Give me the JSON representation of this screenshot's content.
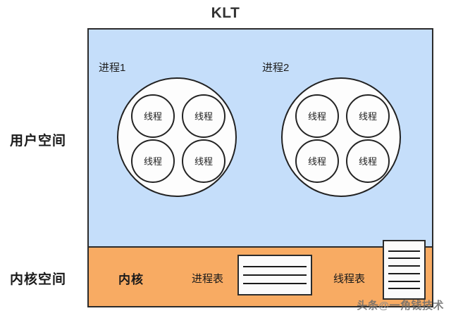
{
  "diagram": {
    "title": "KLT",
    "side_labels": {
      "user_space": "用户空间",
      "kernel_space": "内核空间"
    },
    "user_space": {
      "background_color": "#c5defa",
      "processes": [
        {
          "label": "进程1",
          "threads": [
            {
              "label": "线程"
            },
            {
              "label": "线程"
            },
            {
              "label": "线程"
            },
            {
              "label": "线程"
            }
          ]
        },
        {
          "label": "进程2",
          "threads": [
            {
              "label": "线程"
            },
            {
              "label": "线程"
            },
            {
              "label": "线程"
            },
            {
              "label": "线程"
            }
          ]
        }
      ]
    },
    "kernel_space": {
      "background_color": "#f8ab63",
      "kernel_label": "内核",
      "process_table": {
        "label": "进程表",
        "row_count": 3
      },
      "thread_table": {
        "label": "线程表",
        "row_count": 6
      }
    },
    "watermark": {
      "prefix": "头条",
      "at": "@",
      "account": "一角钱技术"
    }
  }
}
